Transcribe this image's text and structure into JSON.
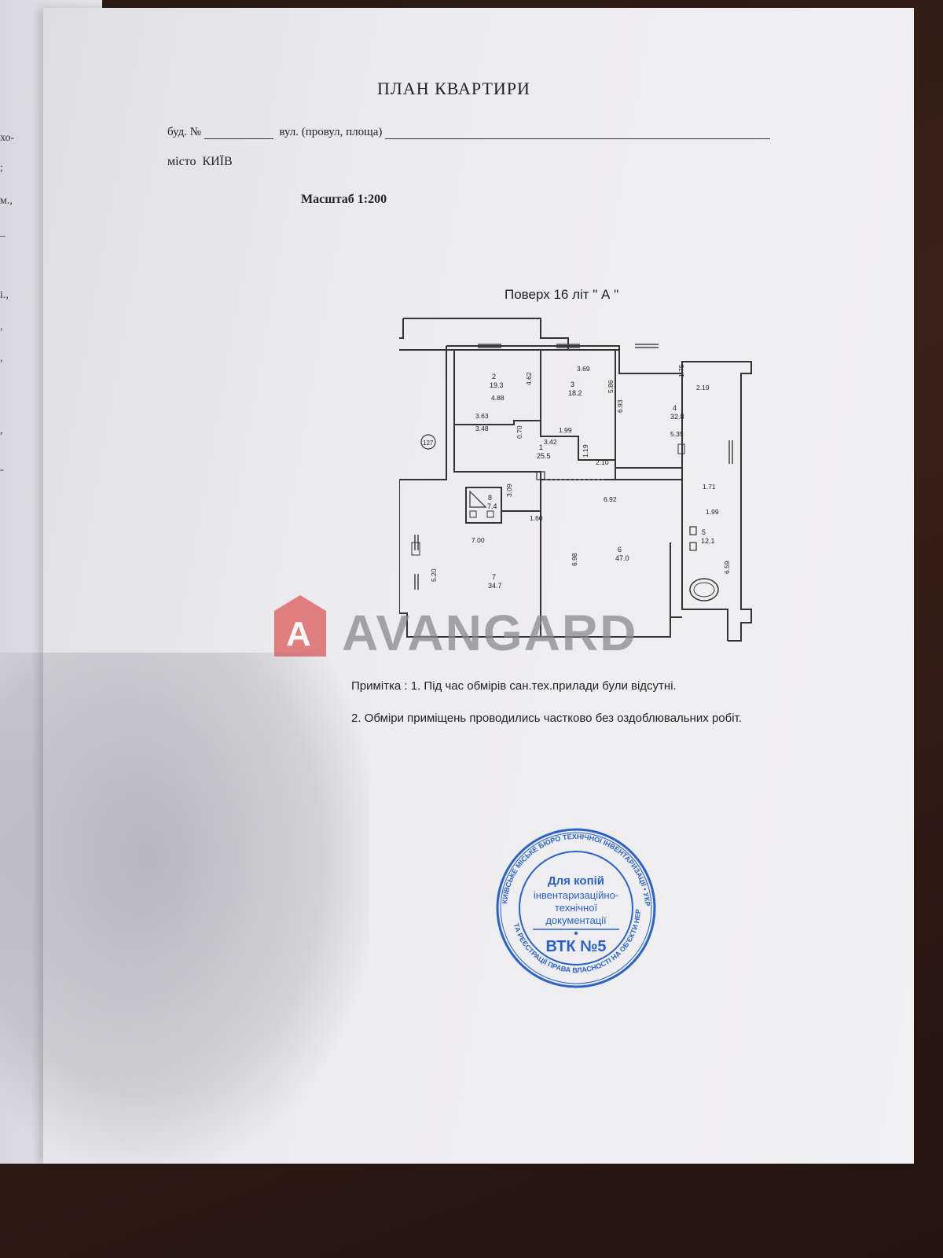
{
  "left_fragments": [
    "хо-",
    ";",
    "м.,",
    "_",
    "і.,",
    ",",
    ",",
    ",",
    "-"
  ],
  "document": {
    "title": "ПЛАН КВАРТИРИ",
    "building_label": "буд. №",
    "street_label": "вул. (провул, площа)",
    "city_label": "місто",
    "city_value": "КИЇВ",
    "scale": "Масштаб 1:200",
    "floor_caption": "Поверх 16  літ \" А \""
  },
  "plan": {
    "axis_marker": "127",
    "rooms": [
      {
        "number": "2",
        "area": "19.3"
      },
      {
        "number": "3",
        "area": "18.2"
      },
      {
        "number": "4",
        "area": "32.8"
      },
      {
        "number": "1",
        "area": "25.5"
      },
      {
        "number": "8",
        "area": "7.4"
      },
      {
        "number": "6",
        "area": "47.0"
      },
      {
        "number": "5",
        "area": "12.1"
      },
      {
        "number": "7",
        "area": "34.7"
      }
    ],
    "dimensions": [
      "4.88",
      "4.62",
      "3.69",
      "5.86",
      "6.93",
      "1.75",
      "2.19",
      "5.35",
      "3.63",
      "3.48",
      "0.70",
      "1.99",
      "3.42",
      "1.19",
      "2.10",
      "3.09",
      "1.71",
      "6.92",
      "1.60",
      "1.99",
      "7.00",
      "6.98",
      "6.59",
      "5.20"
    ]
  },
  "notes": {
    "note1": "Примітка : 1. Під час обмірів сан.тех.прилади були відсутні.",
    "note2": "2. Обміри приміщень проводились частково без оздоблювальних робіт."
  },
  "watermark": {
    "brand": "AVANGARD",
    "letter": "A",
    "color": "#d9413f"
  },
  "stamp": {
    "line1": "Для копій",
    "line2": "інвентаризаційно-",
    "line3": "технічної",
    "line4": "документації",
    "code": "ВТК №5",
    "ring_top": "КИЇВСЬКЕ МІСЬКЕ БЮРО ТЕХНІЧНОЇ ІНВЕНТАРИЗАЦІЇ • УКРАЇНА • КОМУНАЛЬНЕ ПІДПРИЄМСТВО",
    "ring_bottom": "ТА РЕЄСТРАЦІЇ ПРАВА ВЛАСНОСТІ НА ОБ'ЄКТИ НЕРУХОМОГО МАЙНА",
    "color": "#2a62c9"
  }
}
